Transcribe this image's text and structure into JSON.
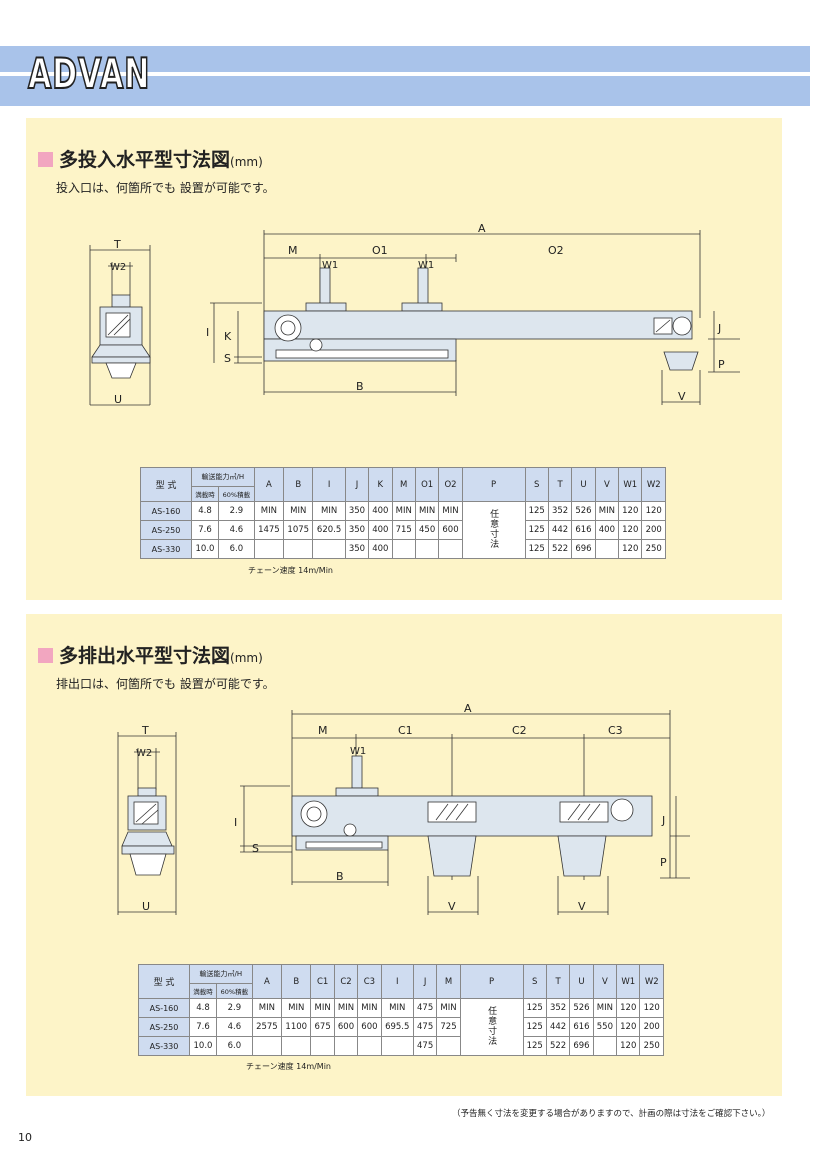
{
  "brand": {
    "logo_text": "ADVAN",
    "accent_blue": "#a9c3ea",
    "panel_color": "#fdf4c8",
    "bullet_color": "#f2a6c0",
    "table_header_color": "#cfdcf0"
  },
  "section1": {
    "title": "多投入水平型寸法図",
    "unit": "(mm)",
    "subtitle": "投入口は、何箇所でも 設置が可能です。",
    "drawing_labels": {
      "T": "T",
      "W2": "W2",
      "I": "I",
      "K": "K",
      "S": "S",
      "U": "U",
      "A": "A",
      "M": "M",
      "O1": "O1",
      "O2": "O2",
      "W1": "W1",
      "J": "J",
      "P": "P",
      "B": "B",
      "V": "V"
    },
    "table": {
      "model_header": "型 式",
      "capacity_header": "輸送能力㎥/H",
      "capacity_sub": [
        "満載時",
        "60%積載"
      ],
      "columns": [
        "A",
        "B",
        "I",
        "J",
        "K",
        "M",
        "O1",
        "O2",
        "P",
        "S",
        "T",
        "U",
        "V",
        "W1",
        "W2"
      ],
      "rows": [
        {
          "model": "AS-160",
          "cap_full": "4.8",
          "cap_60": "2.9",
          "A": "MIN",
          "B": "MIN",
          "I": "MIN",
          "J": "350",
          "K": "400",
          "M": "MIN",
          "O1": "MIN",
          "O2": "MIN",
          "S": "125",
          "T": "352",
          "U": "526",
          "V": "MIN",
          "W1": "120",
          "W2": "120"
        },
        {
          "model": "AS-250",
          "cap_full": "7.6",
          "cap_60": "4.6",
          "A": "1475",
          "B": "1075",
          "I": "620.5",
          "J": "350",
          "K": "400",
          "M": "715",
          "O1": "450",
          "O2": "600",
          "S": "125",
          "T": "442",
          "U": "616",
          "V": "400",
          "W1": "120",
          "W2": "200"
        },
        {
          "model": "AS-330",
          "cap_full": "10.0",
          "cap_60": "6.0",
          "J": "350",
          "K": "400",
          "S": "125",
          "T": "522",
          "U": "696",
          "W1": "120",
          "W2": "250"
        }
      ],
      "p_value": "任意寸法"
    },
    "chain_speed": "チェーン速度 14m/Min"
  },
  "section2": {
    "title": "多排出水平型寸法図",
    "unit": "(mm)",
    "subtitle": "排出口は、何箇所でも 設置が可能です。",
    "drawing_labels": {
      "T": "T",
      "W2": "W2",
      "I": "I",
      "S": "S",
      "U": "U",
      "A": "A",
      "M": "M",
      "C1": "C1",
      "C2": "C2",
      "C3": "C3",
      "W1": "W1",
      "J": "J",
      "P": "P",
      "B": "B",
      "V1": "V",
      "V2": "V"
    },
    "table": {
      "model_header": "型 式",
      "capacity_header": "輸送能力㎥/H",
      "capacity_sub": [
        "満載時",
        "60%積載"
      ],
      "columns": [
        "A",
        "B",
        "C1",
        "C2",
        "C3",
        "I",
        "J",
        "M",
        "P",
        "S",
        "T",
        "U",
        "V",
        "W1",
        "W2"
      ],
      "rows": [
        {
          "model": "AS-160",
          "cap_full": "4.8",
          "cap_60": "2.9",
          "A": "MIN",
          "B": "MIN",
          "C1": "MIN",
          "C2": "MIN",
          "C3": "MIN",
          "I": "MIN",
          "J": "475",
          "M": "MIN",
          "S": "125",
          "T": "352",
          "U": "526",
          "V": "MIN",
          "W1": "120",
          "W2": "120"
        },
        {
          "model": "AS-250",
          "cap_full": "7.6",
          "cap_60": "4.6",
          "A": "2575",
          "B": "1100",
          "C1": "675",
          "C2": "600",
          "C3": "600",
          "I": "695.5",
          "J": "475",
          "M": "725",
          "S": "125",
          "T": "442",
          "U": "616",
          "V": "550",
          "W1": "120",
          "W2": "200"
        },
        {
          "model": "AS-330",
          "cap_full": "10.0",
          "cap_60": "6.0",
          "J": "475",
          "S": "125",
          "T": "522",
          "U": "696",
          "W1": "120",
          "W2": "250"
        }
      ],
      "p_value": "任意寸法"
    },
    "chain_speed": "チェーン速度 14m/Min"
  },
  "footnote": "（予告無く寸法を変更する場合がありますので、計画の際は寸法をご確認下さい。）",
  "page_number": "10"
}
